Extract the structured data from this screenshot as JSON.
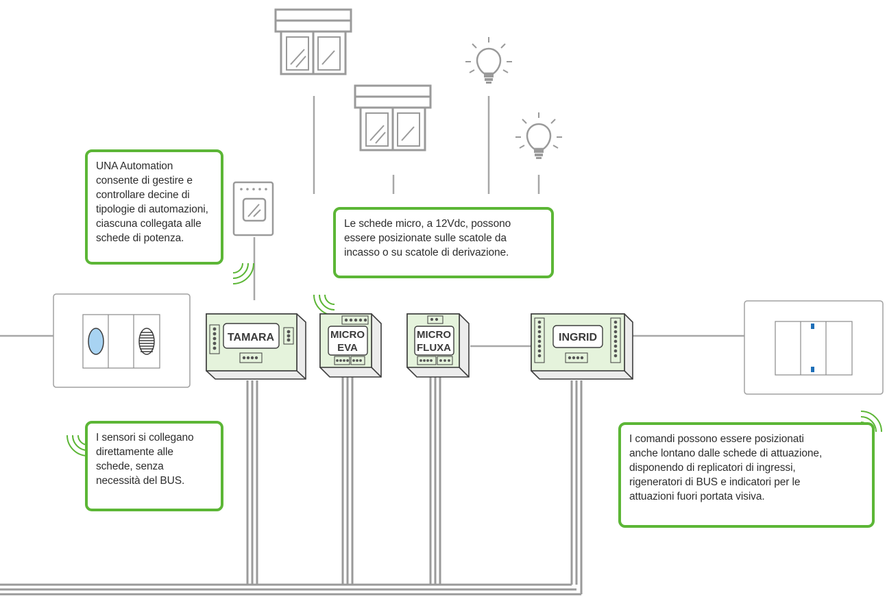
{
  "callouts": {
    "automation": "UNA Automation\nconsente di gestire e\ncontrollare decine di\ntipologie di automazioni,\nciascuna collegata alle\nschede di potenza.",
    "micro": "Le schede micro, a 12Vdc, possono\nessere posizionate sulle scatole da\nincasso o su scatole di derivazione.",
    "sensors": "I sensori si collegano\ndirettamente alle\nschede, senza\nnecessità del BUS.",
    "commands": "I comandi possono essere posizionati\nanche lontano dalle schede di attuazione,\ndisponendo di replicatori di ingressi,\nrigeneratori di BUS e indicatori per le\nattuazioni fuori portata visiva."
  },
  "boards": {
    "tamara": "TAMARA",
    "micro_eva_line1": "MICRO",
    "micro_eva_line2": "EVA",
    "micro_fluxa_line1": "MICRO",
    "micro_fluxa_line2": "FLUXA",
    "ingrid": "INGRID"
  },
  "colors": {
    "accent_green": "#5cb636",
    "board_fill": "#e5f3dc",
    "line_gray": "#9a9a9a",
    "indicator_blue": "#a8d3f2"
  },
  "icons": [
    "window-blind-icon",
    "light-bulb-icon",
    "oven-icon",
    "wifi-signal-icon",
    "wall-switch-icon"
  ]
}
